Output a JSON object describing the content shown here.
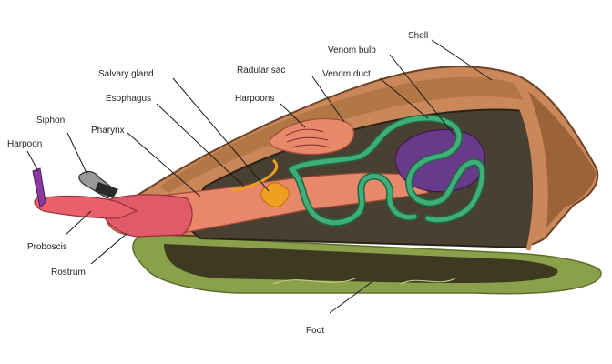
{
  "diagram": {
    "subject": "cone snail anatomy cross-section",
    "labels": {
      "shell": "Shell",
      "venom_bulb": "Venom bulb",
      "venom_duct": "Venom duct",
      "radular_sac": "Radular sac",
      "salivary_gland": "Salvary gland",
      "esophagus": "Esophagus",
      "harpoons": "Harpoons",
      "siphon": "Siphon",
      "pharynx": "Pharynx",
      "harpoon": "Harpoon",
      "proboscis": "Proboscis",
      "rostrum": "Rostrum",
      "foot": "Foot"
    },
    "colors": {
      "shell": "#c9875a",
      "shell_dark": "#5b3a22",
      "body_interior": "#4a4032",
      "foot": "#8aa04a",
      "foot_dark": "#3e3a22",
      "proboscis": "#e8606a",
      "pharynx": "#e8876a",
      "venom_duct": "#3fae7a",
      "venom_bulb": "#6a3a8a",
      "salivary_gland": "#f0a020",
      "harpoon": "#8a3aa0",
      "siphon": "#999999"
    }
  }
}
